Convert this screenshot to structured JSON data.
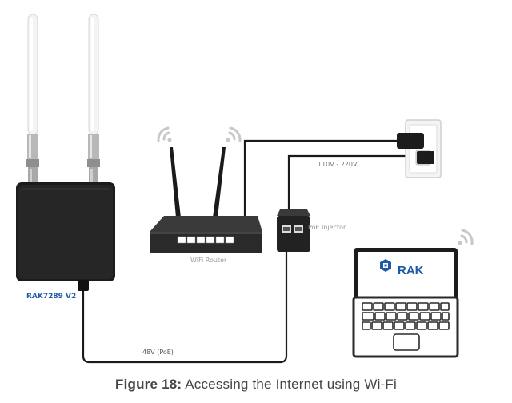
{
  "diagram": {
    "device_label": "RAK7289 V2",
    "router_label": "WiFi Router",
    "injector_label": "PoE Injector",
    "voltage_label": "110V - 220V",
    "poe_cable_label": "48V (PoE)",
    "laptop_brand": "RAK"
  },
  "caption": {
    "prefix": "Figure 18:",
    "text": " Accessing the Internet using Wi-Fi"
  },
  "colors": {
    "cable": "#1a1a1a",
    "device_body": "#1c1c1c",
    "brand_blue": "#1f5aa6",
    "wifi_icon": "#c8c8c8"
  }
}
